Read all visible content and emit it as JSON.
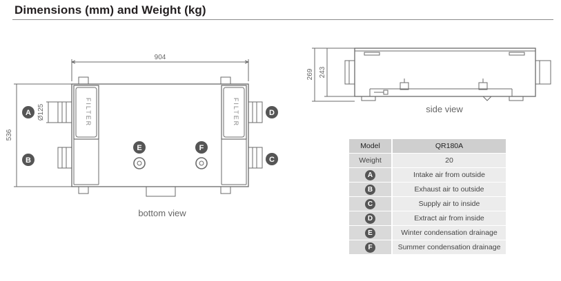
{
  "heading": "Dimensions (mm) and Weight (kg)",
  "bottom_view": {
    "caption": "bottom view",
    "width_dim": "904",
    "height_dim": "536",
    "duct_dim": "Ø125",
    "filter_label": "FILTER",
    "ports": {
      "A": "A",
      "B": "B",
      "C": "C",
      "D": "D",
      "E": "E",
      "F": "F"
    }
  },
  "side_view": {
    "caption": "side view",
    "outer_height_dim": "269",
    "body_height_dim": "243"
  },
  "spec_table": {
    "header": {
      "label": "Model",
      "value": "QR180A"
    },
    "rows": [
      {
        "key": "Weight",
        "value": "20",
        "is_badge": false
      },
      {
        "key": "A",
        "value": "Intake air from outside",
        "is_badge": true
      },
      {
        "key": "B",
        "value": "Exhaust air to outside",
        "is_badge": true
      },
      {
        "key": "C",
        "value": "Supply air to inside",
        "is_badge": true
      },
      {
        "key": "D",
        "value": "Extract air from inside",
        "is_badge": true
      },
      {
        "key": "E",
        "value": "Winter condensation drainage",
        "is_badge": true
      },
      {
        "key": "F",
        "value": "Summer condensation drainage",
        "is_badge": true
      }
    ]
  },
  "colors": {
    "line": "#6a6a6a",
    "badge": "#555555",
    "table_dark": "#d9d9d9",
    "table_light": "#ececec"
  }
}
